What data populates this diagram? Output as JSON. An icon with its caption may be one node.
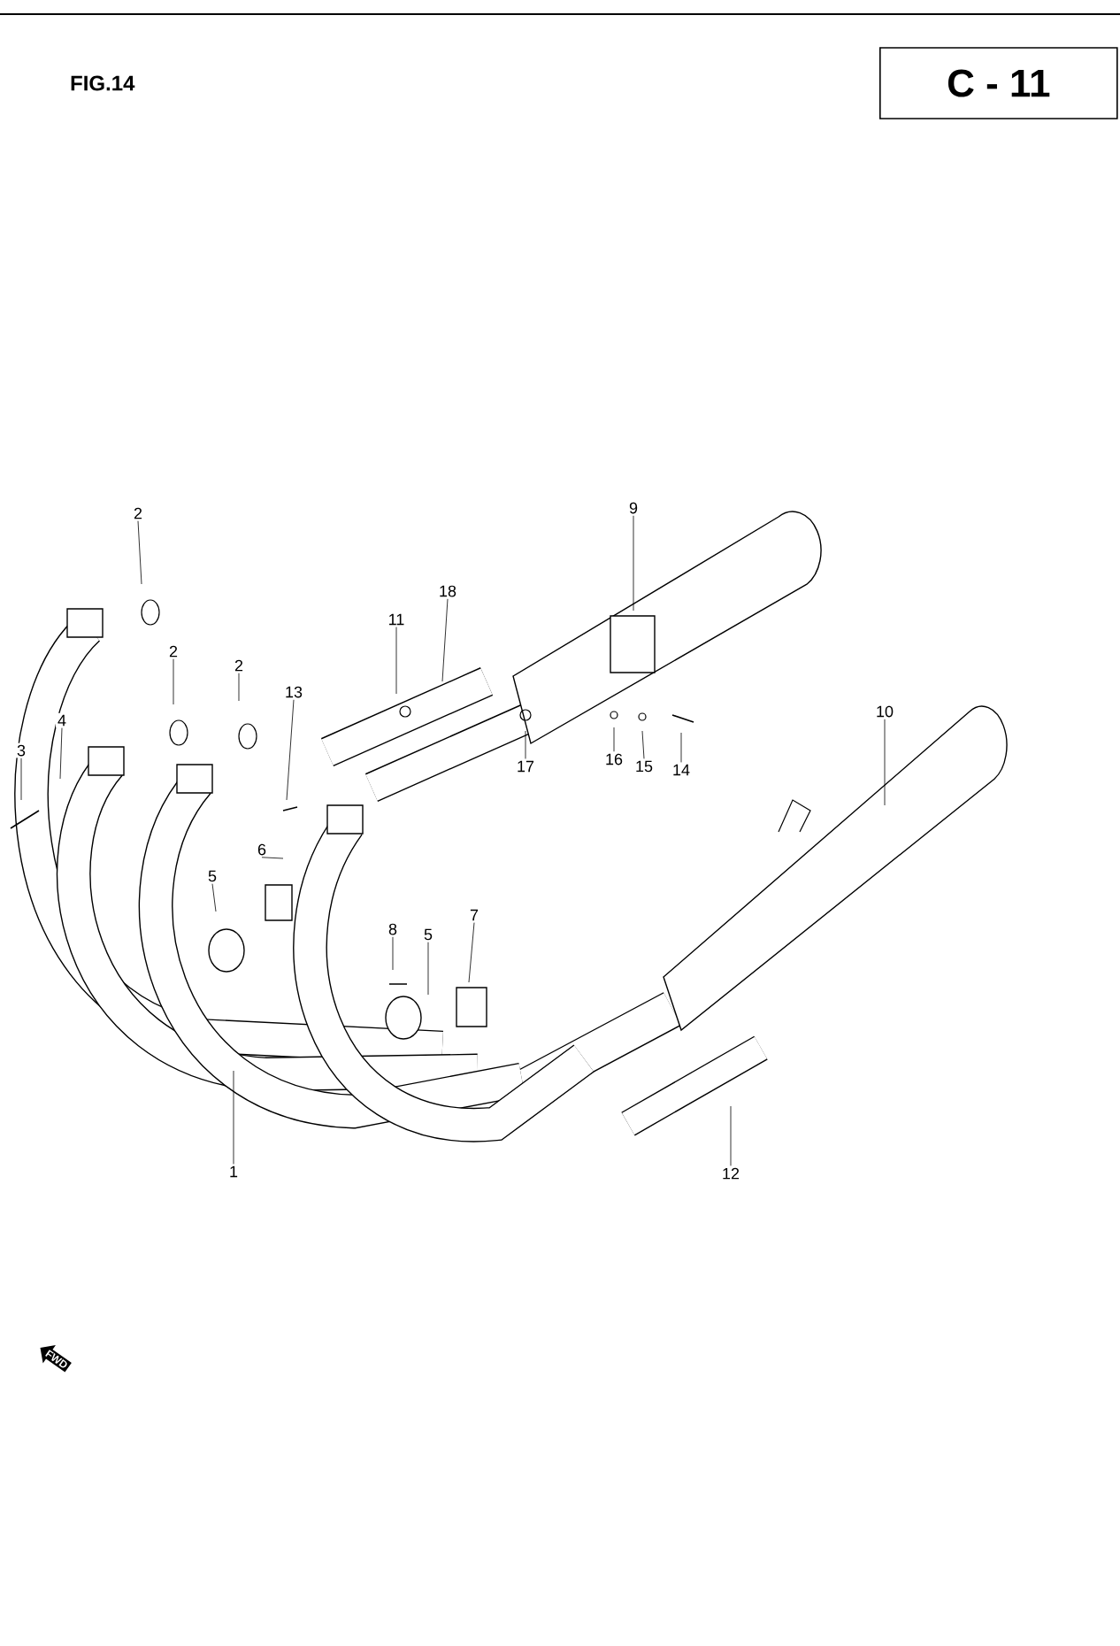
{
  "diagram": {
    "title": "FIG.14",
    "nodes": [
      {
        "text": [
          "C - 11"
        ]
      },
      {
        "text": [
          "1"
        ]
      },
      {
        "text": [
          "2"
        ]
      },
      {
        "text": [
          "2"
        ]
      },
      {
        "text": [
          "2"
        ]
      },
      {
        "text": [
          "3"
        ]
      },
      {
        "text": [
          "4"
        ]
      },
      {
        "text": [
          "5"
        ]
      },
      {
        "text": [
          "6"
        ]
      },
      {
        "text": [
          "5"
        ]
      },
      {
        "text": [
          "7"
        ]
      },
      {
        "text": [
          "8"
        ]
      },
      {
        "text": [
          "9"
        ]
      },
      {
        "text": [
          "10"
        ]
      },
      {
        "text": [
          "11"
        ]
      },
      {
        "text": [
          "12"
        ]
      },
      {
        "text": [
          "13"
        ]
      },
      {
        "text": [
          "14"
        ]
      },
      {
        "text": [
          "15"
        ]
      },
      {
        "text": [
          "16"
        ]
      },
      {
        "text": [
          "17"
        ]
      },
      {
        "text": [
          "18"
        ]
      }
    ],
    "edges": [
      {
        "from": 1,
        "to": null,
        "arrow": "none"
      },
      {
        "from": 2,
        "to": null,
        "arrow": "none"
      },
      {
        "from": 3,
        "to": null,
        "arrow": "none"
      },
      {
        "from": 4,
        "to": null,
        "arrow": "none"
      },
      {
        "from": 5,
        "to": null,
        "arrow": "none"
      },
      {
        "from": 6,
        "to": null,
        "arrow": "none"
      },
      {
        "from": 7,
        "to": null,
        "arrow": "none"
      },
      {
        "from": 8,
        "to": null,
        "arrow": "none"
      },
      {
        "from": 9,
        "to": null,
        "arrow": "none"
      },
      {
        "from": 10,
        "to": null,
        "arrow": "none"
      },
      {
        "from": 11,
        "to": null,
        "arrow": "none"
      },
      {
        "from": 12,
        "to": null,
        "arrow": "none"
      },
      {
        "from": 13,
        "to": null,
        "arrow": "none"
      },
      {
        "from": 14,
        "to": null,
        "arrow": "none"
      },
      {
        "from": 15,
        "to": null,
        "arrow": "none"
      },
      {
        "from": 16,
        "to": null,
        "arrow": "none"
      },
      {
        "from": 17,
        "to": null,
        "arrow": "none"
      },
      {
        "from": 18,
        "to": null,
        "arrow": "none"
      },
      {
        "from": 19,
        "to": null,
        "arrow": "none"
      },
      {
        "from": 20,
        "to": null,
        "arrow": "none"
      },
      {
        "from": 21,
        "to": null,
        "arrow": "none"
      }
    ],
    "labels": [
      "FWD"
    ]
  }
}
